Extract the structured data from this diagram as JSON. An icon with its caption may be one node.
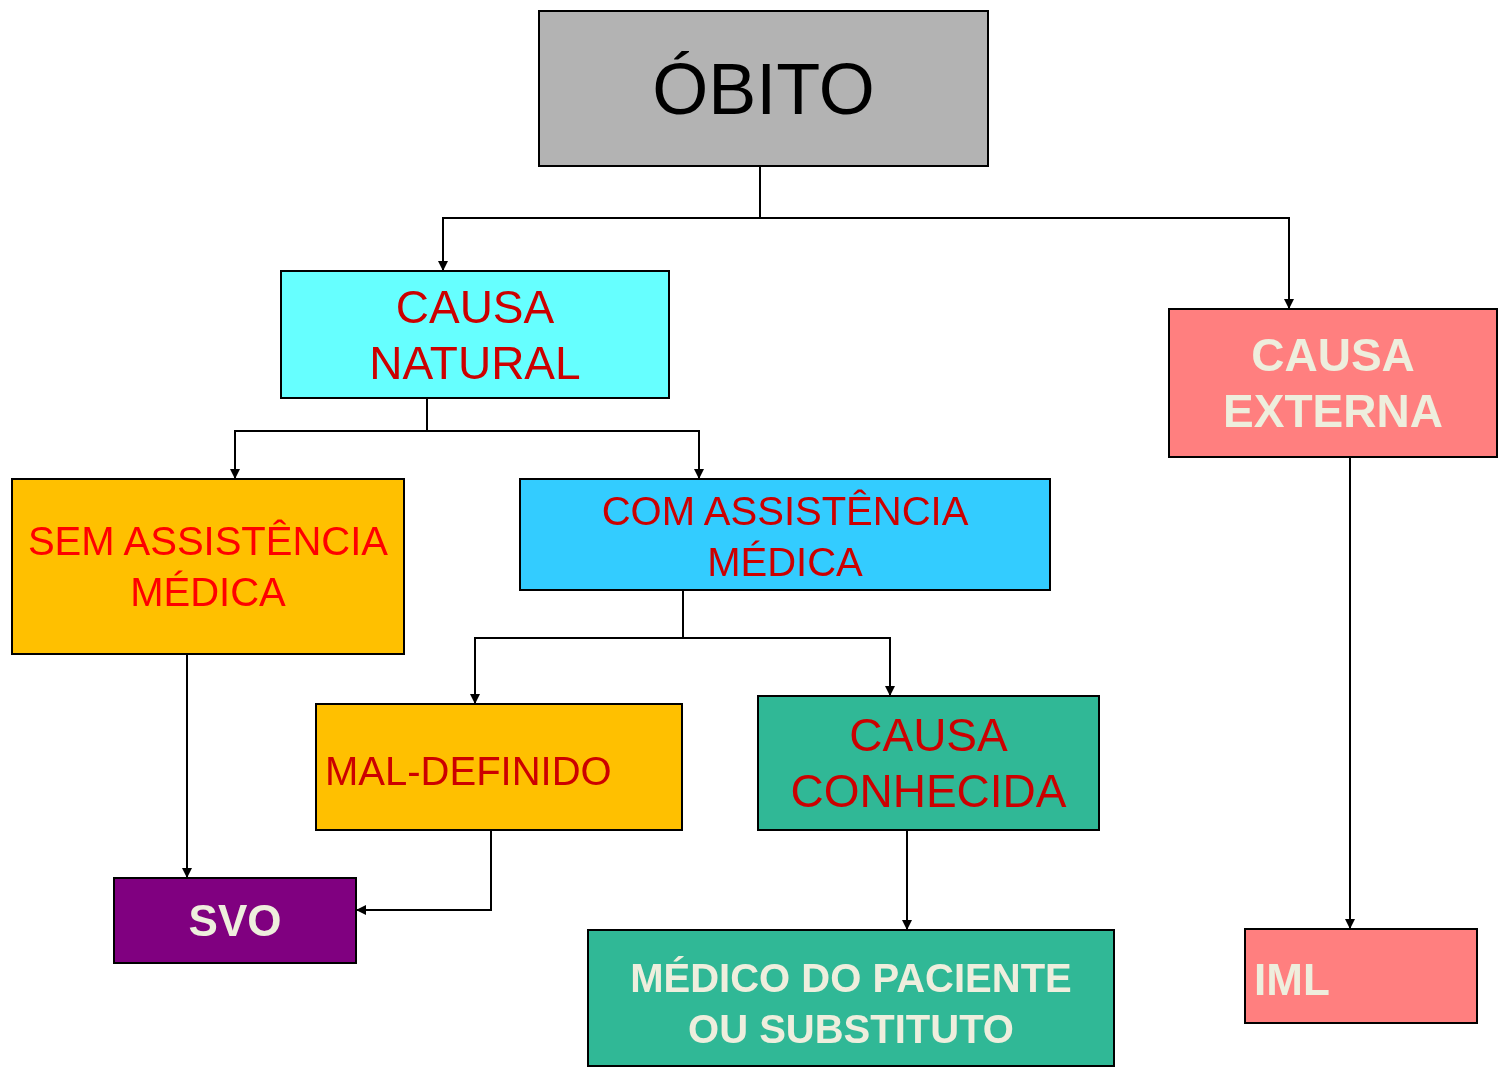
{
  "diagram": {
    "nodes": [
      {
        "text": [
          "ÓBITO"
        ]
      },
      {
        "text": [
          "CAUSA NATURAL"
        ]
      },
      {
        "text": [
          "CAUSA EXTERNA"
        ]
      },
      {
        "text": [
          "SEM ASSISTÊNCIA MÉDICA"
        ]
      },
      {
        "text": [
          "COM ASSISTÊNCIA MÉDICA"
        ]
      },
      {
        "text": [
          "MAL-DEFINIDO"
        ]
      },
      {
        "text": [
          "CAUSA CONHECIDA"
        ]
      },
      {
        "text": [
          "SVO"
        ]
      },
      {
        "text": [
          "MÉDICO DO PACIENTE OU SUBSTITUTO"
        ]
      },
      {
        "text": [
          "IML"
        ]
      }
    ],
    "edges": [
      {
        "from": 0,
        "to": 1,
        "arrow": "to"
      },
      {
        "from": 0,
        "to": 2,
        "arrow": "to"
      },
      {
        "from": 1,
        "to": 3,
        "arrow": "to"
      },
      {
        "from": 1,
        "to": 4,
        "arrow": "to"
      },
      {
        "from": 4,
        "to": 5,
        "arrow": "to"
      },
      {
        "from": 4,
        "to": 6,
        "arrow": "to"
      },
      {
        "from": 3,
        "to": 7,
        "arrow": "to"
      },
      {
        "from": 5,
        "to": 7,
        "arrow": "to"
      },
      {
        "from": 6,
        "to": 8,
        "arrow": "to"
      },
      {
        "from": 2,
        "to": 9,
        "arrow": "to"
      }
    ]
  }
}
